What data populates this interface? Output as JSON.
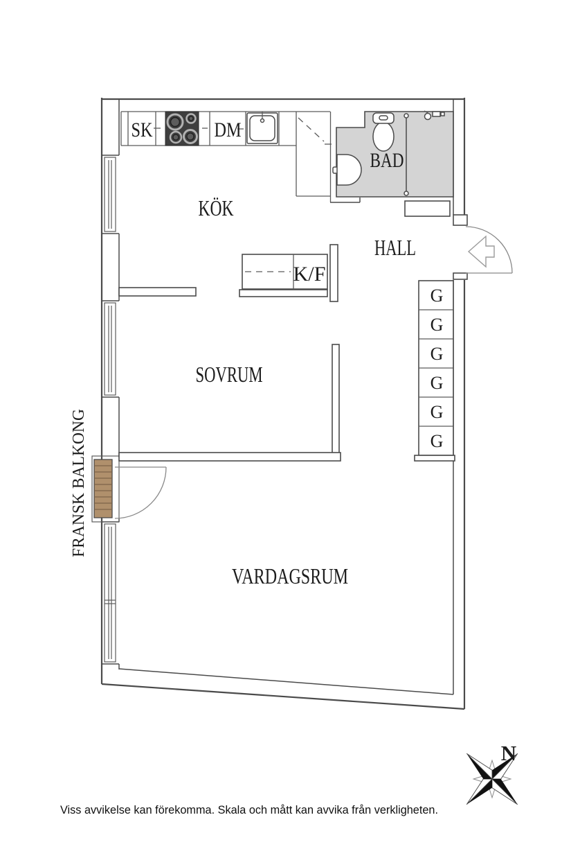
{
  "floorplan": {
    "rooms": {
      "kitchen": "KÖK",
      "bathroom": "BAD",
      "hall": "HALL",
      "bedroom": "SOVRUM",
      "living_room": "VARDAGSRUM",
      "french_balcony": "FRANSK BALKONG"
    },
    "labels": {
      "cabinet": "SK",
      "dishwasher": "DM",
      "fridge_freezer": "K/F"
    },
    "wardrobes": [
      "G",
      "G",
      "G",
      "G",
      "G",
      "G"
    ],
    "compass_north": "N",
    "disclaimer": "Viss avvikelse kan förekomma. Skala och mått kan avvika från verkligheten.",
    "colors": {
      "line": "#4a4a4a",
      "bathroom_fill": "#d4d4d4",
      "deck_fill": "#b0906c",
      "deck_plank_line": "#7c6348",
      "stove_fill": "#3f3f3f"
    }
  }
}
